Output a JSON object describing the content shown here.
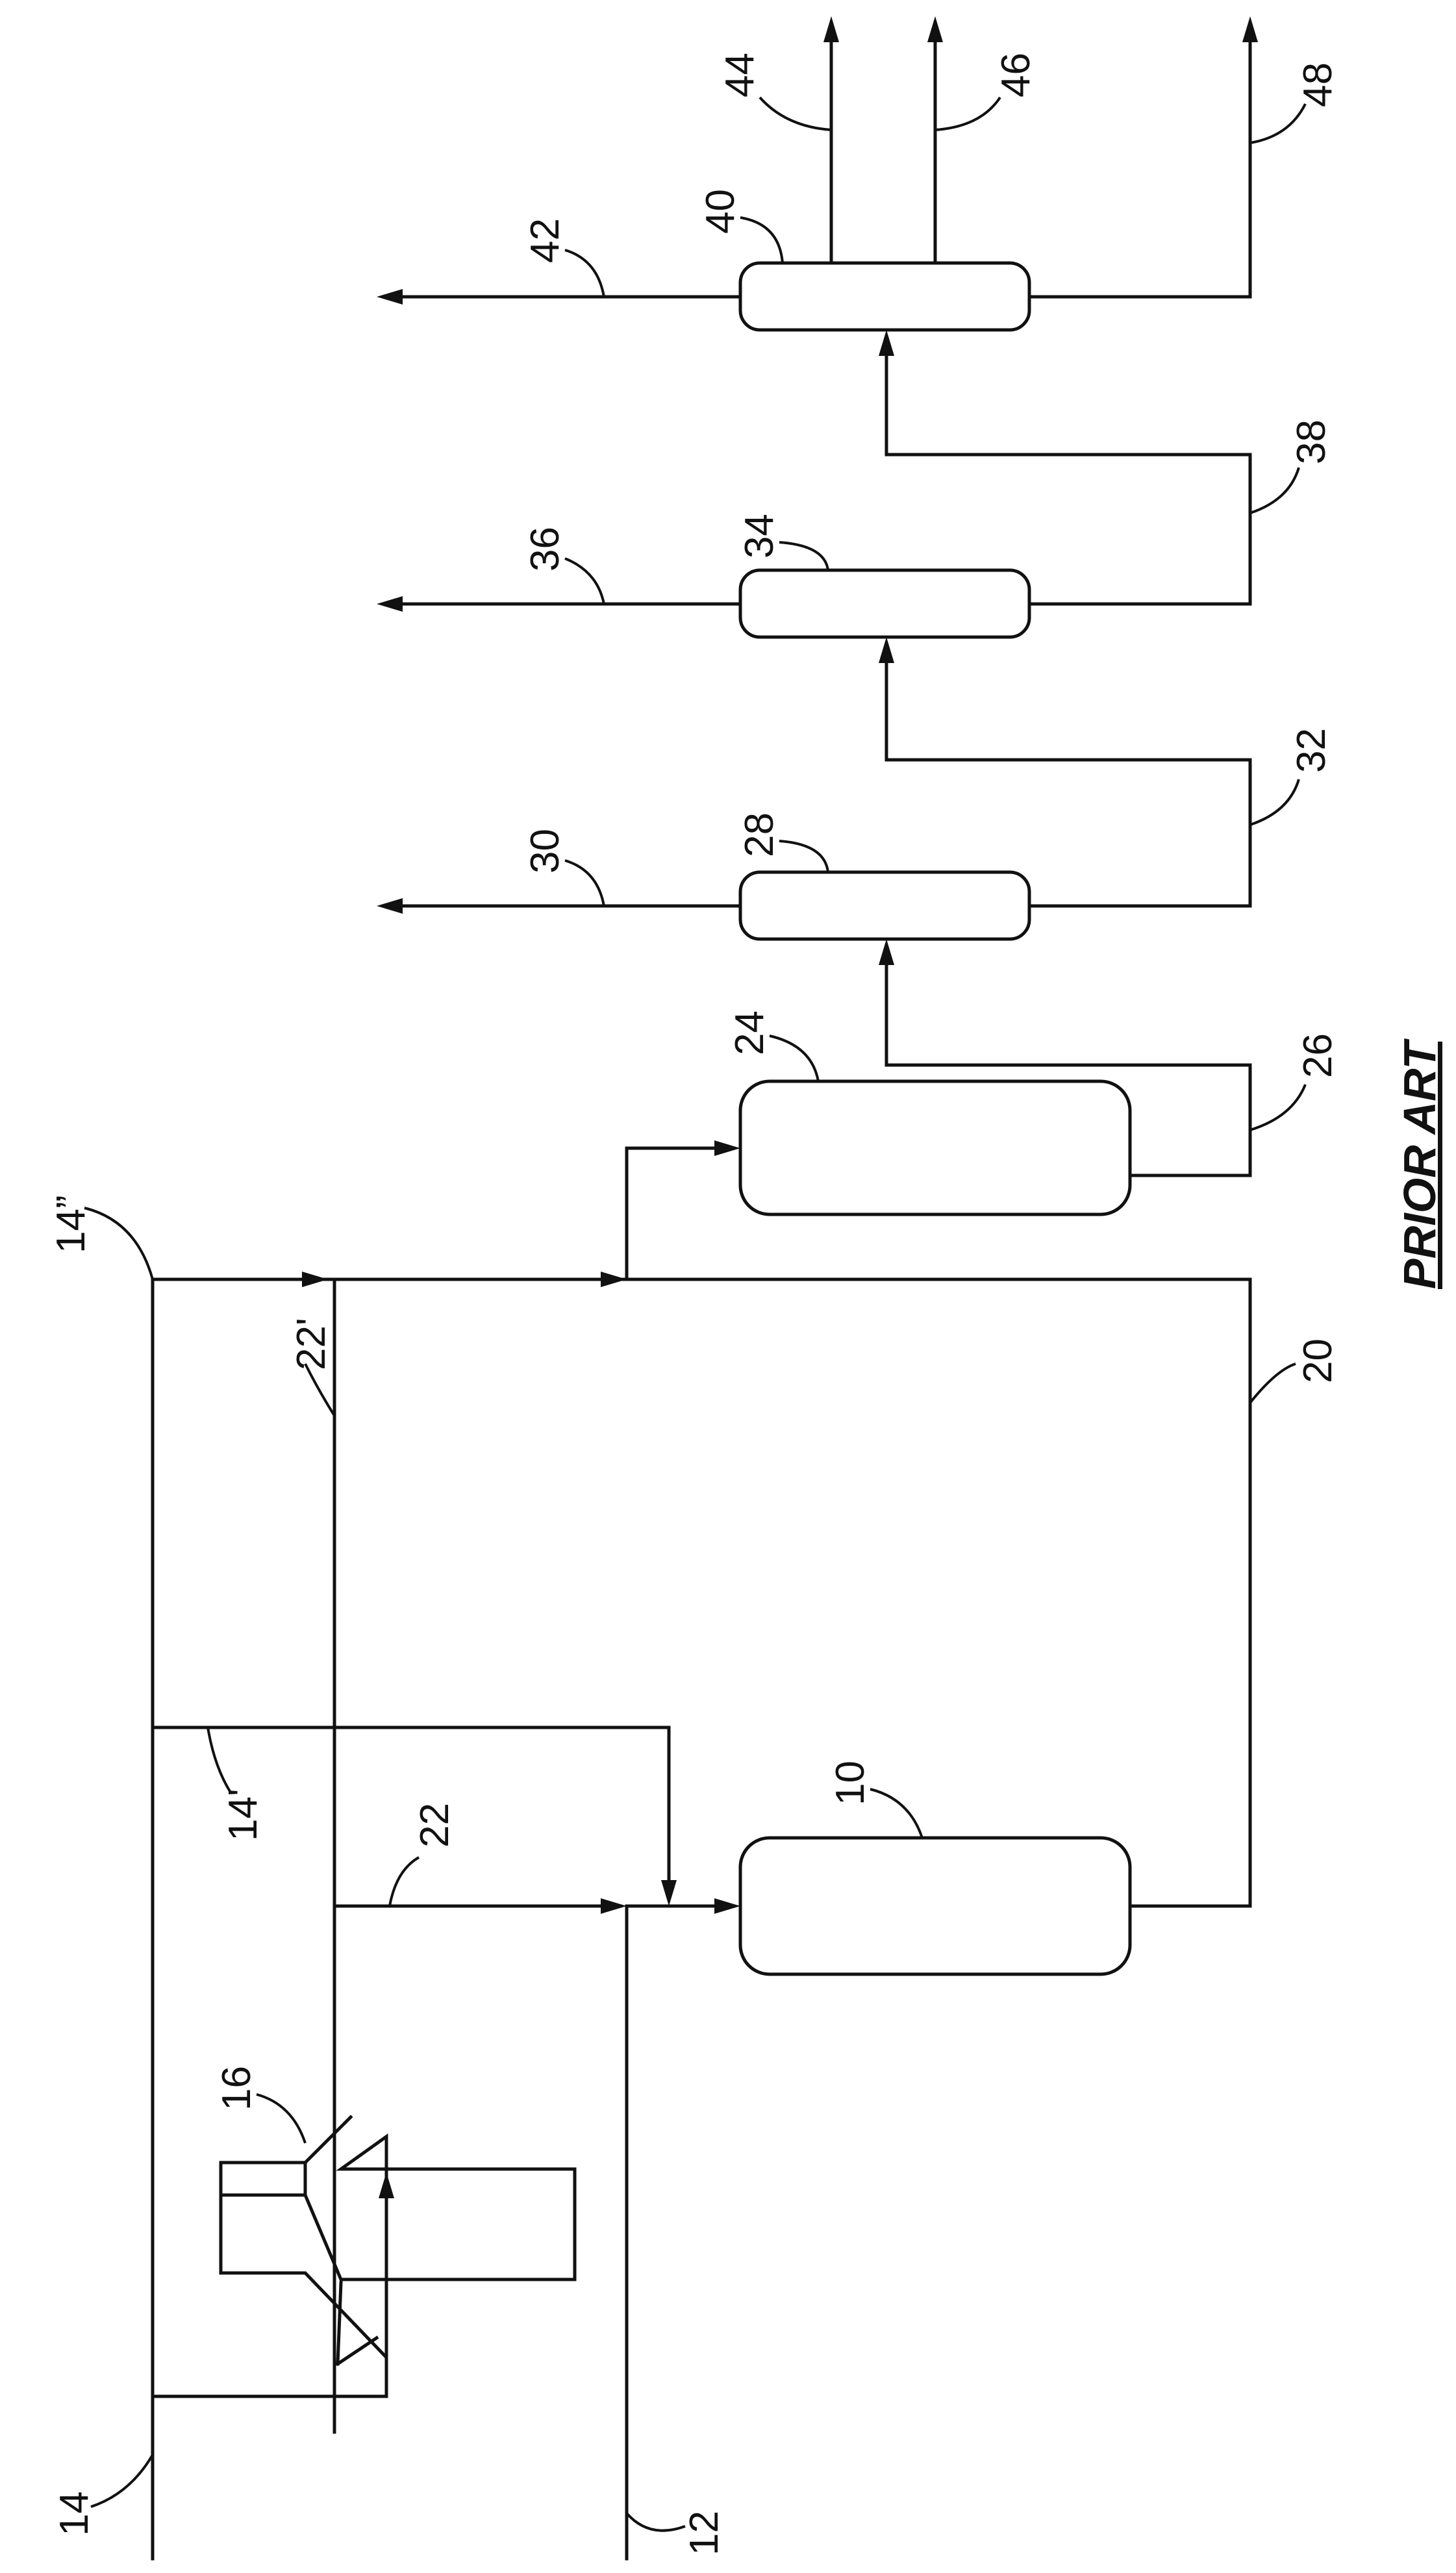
{
  "labels": {
    "l10": "10",
    "l12": "12",
    "l14": "14",
    "l14p": "14'",
    "l14pp": "14”",
    "l16": "16",
    "l20": "20",
    "l22": "22",
    "l22p": "22'",
    "l24": "24",
    "l26": "26",
    "l28": "28",
    "l30": "30",
    "l32": "32",
    "l34": "34",
    "l36": "36",
    "l38": "38",
    "l40": "40",
    "l42": "42",
    "l44": "44",
    "l46": "46",
    "l48": "48"
  },
  "caption": "PRIOR ART"
}
